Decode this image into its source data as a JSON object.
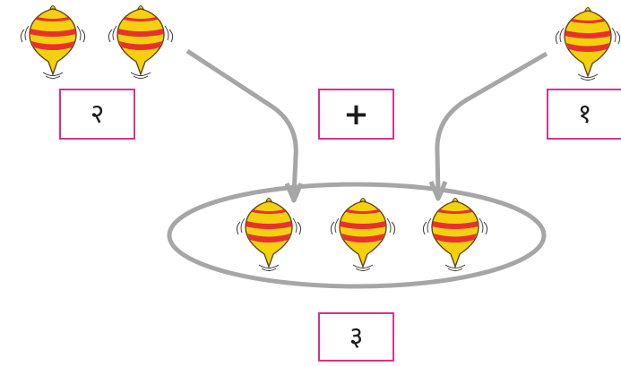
{
  "colors": {
    "box_border": "#d4338f",
    "arrow": "#a6a6a6",
    "top_yellow": "#f4d10f",
    "top_red": "#e8312f",
    "top_outline": "#5a3b10",
    "text": "#1b1b1b"
  },
  "icons": {
    "spinning_top": "spinning-top-icon"
  },
  "groups": {
    "left": {
      "count": 2,
      "label": "२"
    },
    "right": {
      "count": 1,
      "label": "१"
    },
    "result": {
      "count": 3,
      "label": "३"
    }
  },
  "operator": "+"
}
